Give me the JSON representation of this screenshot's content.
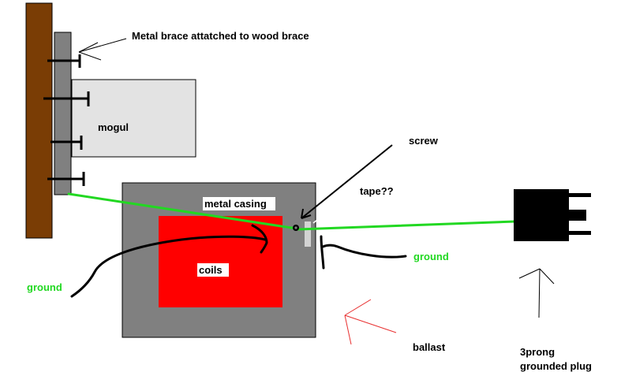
{
  "labels": {
    "metal_brace": "Metal brace attatched to wood brace",
    "mogul": "mogul",
    "screw": "screw",
    "tape": "tape??",
    "metal_casing": "metal casing",
    "coils": "coils",
    "ground_left": "ground",
    "ground_right": "ground",
    "ballast": "ballast",
    "plug_line1": "3prong",
    "plug_line2": "grounded plug"
  },
  "colors": {
    "wood": "#7a3d05",
    "metal_brace": "#808080",
    "mogul": "#e3e3e3",
    "casing": "#808080",
    "coils": "#ff0000",
    "ground_wire": "#22d822",
    "plug": "#000000",
    "red_arrow": "#e83030"
  }
}
